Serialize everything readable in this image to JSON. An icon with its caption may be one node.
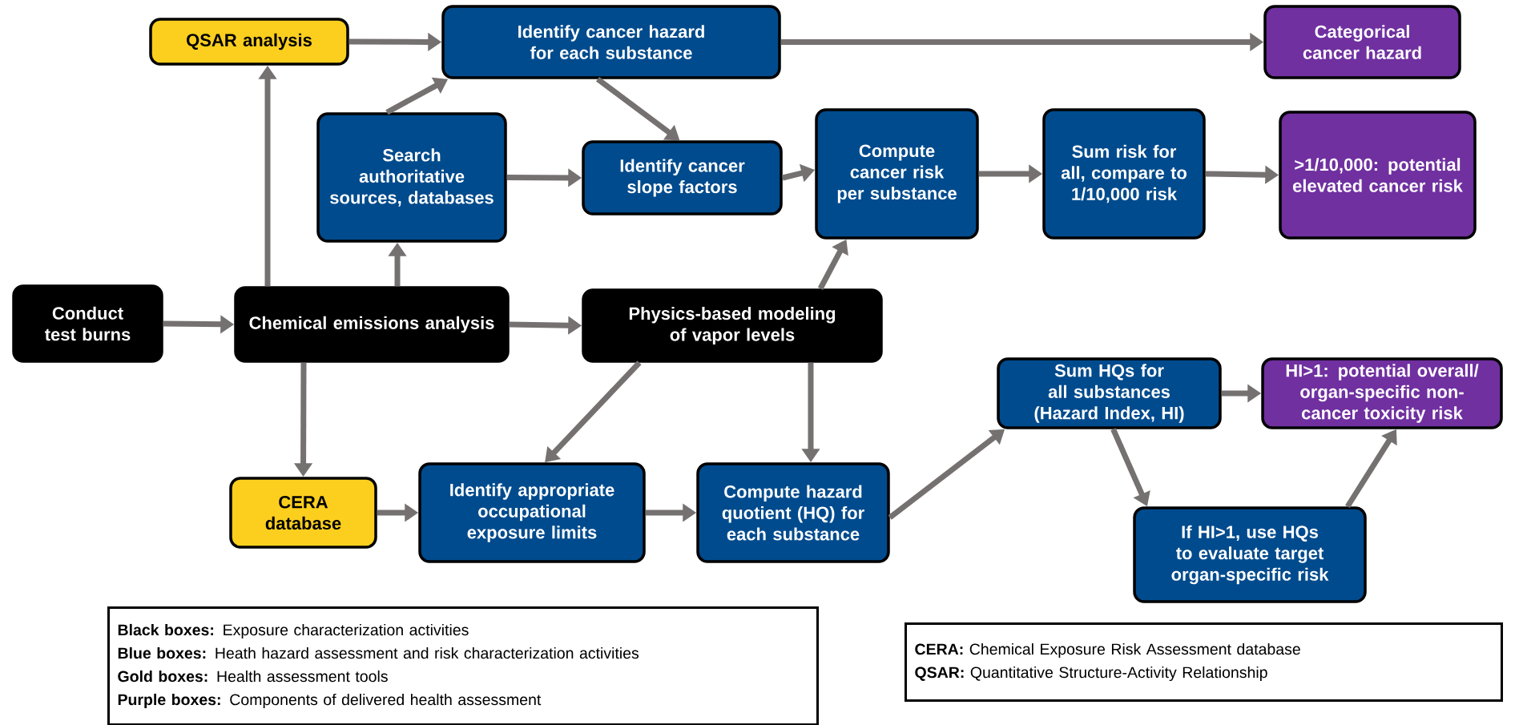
{
  "diagram": {
    "nodes": [
      {
        "text": [
          "Conduct test burns"
        ]
      },
      {
        "text": [
          "Chemical emissions analysis"
        ]
      },
      {
        "text": [
          "QSAR analysis"
        ]
      },
      {
        "text": [
          "Identify cancer hazard for each substance"
        ]
      },
      {
        "text": [
          "Search authoritative sources, databases"
        ]
      },
      {
        "text": [
          "Identify cancer slope factors"
        ]
      },
      {
        "text": [
          "Categorical cancer hazard"
        ]
      },
      {
        "text": [
          "Compute cancer risk per substance"
        ]
      },
      {
        "text": [
          "Sum risk for all, compare to 1/10,000 risk"
        ]
      },
      {
        "text": [
          ">1/10,000: potential elevated cancer risk"
        ]
      },
      {
        "text": [
          "Physics-based modeling of vapor levels"
        ]
      },
      {
        "text": [
          "CERA database"
        ]
      },
      {
        "text": [
          "Identify appropriate occupational exposure limits"
        ]
      },
      {
        "text": [
          "Compute hazard quotient (HQ) for each substance"
        ]
      },
      {
        "text": [
          "Sum HQs for all substances (Hazard Index, HI)"
        ]
      },
      {
        "text": [
          "HI>1: potential overall/ organ-specific non-cancer toxicity risk"
        ]
      },
      {
        "text": [
          "If HI>1, use HQs to evaluate target organ-specific risk"
        ]
      }
    ],
    "edges": [
      {
        "from": 0,
        "to": 1,
        "arrow": "to"
      },
      {
        "from": 1,
        "to": 2,
        "arrow": "to"
      },
      {
        "from": 2,
        "to": 3,
        "arrow": "to"
      },
      {
        "from": 1,
        "to": 4,
        "arrow": "to"
      },
      {
        "from": 4,
        "to": 3,
        "arrow": "to"
      },
      {
        "from": 3,
        "to": 6,
        "arrow": "to"
      },
      {
        "from": 3,
        "to": 5,
        "arrow": "to"
      },
      {
        "from": 4,
        "to": 5,
        "arrow": "to"
      },
      {
        "from": 5,
        "to": 7,
        "arrow": "to"
      },
      {
        "from": 7,
        "to": 8,
        "arrow": "to"
      },
      {
        "from": 8,
        "to": 9,
        "arrow": "to"
      },
      {
        "from": 1,
        "to": 10,
        "arrow": "to"
      },
      {
        "from": 10,
        "to": 7,
        "arrow": "to"
      },
      {
        "from": 1,
        "to": 11,
        "arrow": "to"
      },
      {
        "from": 10,
        "to": 12,
        "arrow": "to"
      },
      {
        "from": 11,
        "to": 12,
        "arrow": "to"
      },
      {
        "from": 12,
        "to": 13,
        "arrow": "to"
      },
      {
        "from": 10,
        "to": 13,
        "arrow": "to"
      },
      {
        "from": 13,
        "to": 14,
        "arrow": "to"
      },
      {
        "from": 14,
        "to": 15,
        "arrow": "to"
      },
      {
        "from": 14,
        "to": 16,
        "arrow": "to"
      },
      {
        "from": 16,
        "to": 15,
        "arrow": "to"
      }
    ],
    "labels": [
      "**Black boxes:** Exposure characterization activities",
      "**Blue boxes:** Heath hazard assessment and risk characterization activities",
      "**Gold boxes:** Health assessment tools",
      "**Purple boxes:** Components of delivered health assessment",
      "**CERA:** Chemical Exposure Risk Assessment database",
      "**QSAR:** Quantitative Structure-Activity Relationship"
    ]
  }
}
